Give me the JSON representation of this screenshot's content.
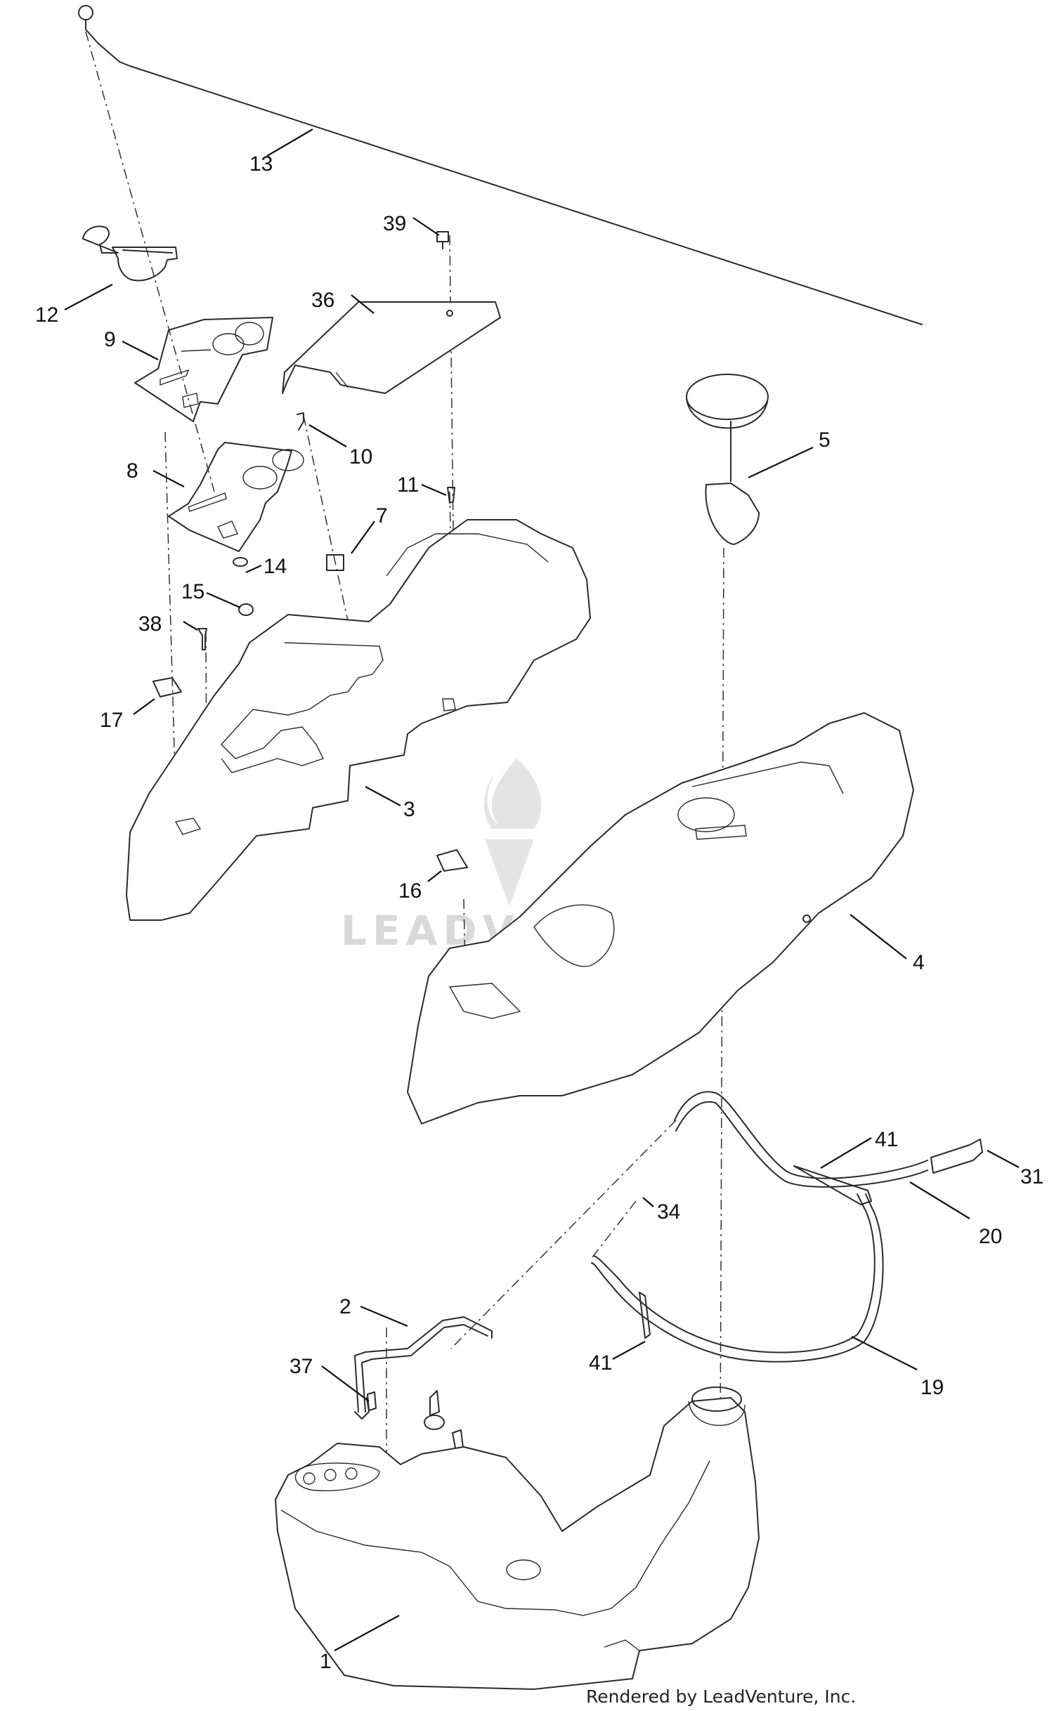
{
  "watermark": {
    "text": "LEADVENTURE",
    "logo_icon": "leadventure-flame-logo"
  },
  "footer": {
    "credit": "Rendered by LeadVenture, Inc."
  },
  "callouts": [
    "1",
    "2",
    "3",
    "4",
    "5",
    "7",
    "8",
    "9",
    "10",
    "11",
    "12",
    "13",
    "14",
    "15",
    "16",
    "17",
    "19",
    "20",
    "31",
    "34",
    "36",
    "37",
    "38",
    "39",
    "41",
    "41"
  ]
}
